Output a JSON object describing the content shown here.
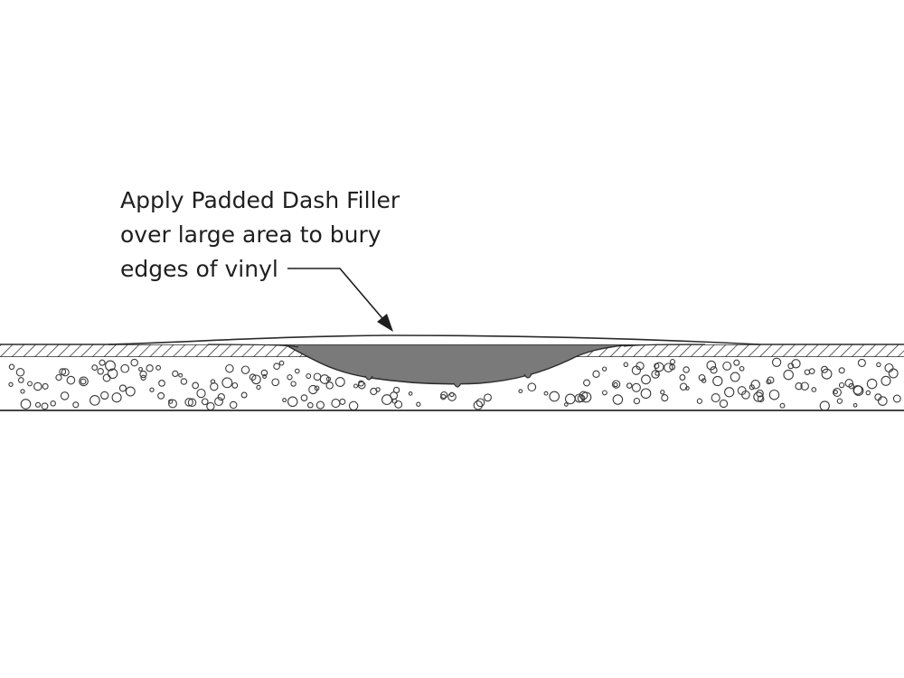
{
  "annotation": {
    "lines": [
      "Apply Padded Dash Filler",
      "over large area to bury",
      "edges of vinyl"
    ]
  },
  "colors": {
    "background": "#ffffff",
    "outline": "#2b2b2b",
    "filler": "#7a7a7a",
    "hatch": "#3a3a3a"
  }
}
